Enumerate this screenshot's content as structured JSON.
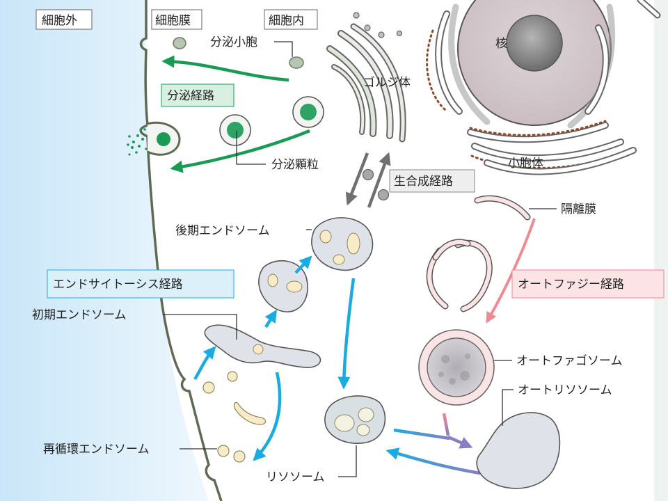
{
  "regions": {
    "extracellular": "細胞外",
    "membrane": "細胞膜",
    "intracellular": "細胞内"
  },
  "organelles": {
    "nucleus": "核",
    "golgi": "ゴルジ体",
    "er": "小胞体",
    "secretory_vesicle": "分泌小胞",
    "secretory_granule": "分泌顆粒",
    "late_endosome": "後期エンドソーム",
    "early_endosome": "初期エンドソーム",
    "recycling_endosome": "再循環エンドソーム",
    "lysosome": "リソソーム",
    "phagophore": "隔離膜",
    "autophagosome": "オートファゴソーム",
    "autolysosome": "オートリソソーム"
  },
  "pathways": {
    "secretory": "分泌経路",
    "biosynthetic": "生合成経路",
    "endocytic": "エンドサイトーシス経路",
    "autophagy": "オートファジー経路"
  },
  "colors": {
    "secretory": "#1a9a55",
    "endocytic": "#1aace0",
    "autophagy": "#ee8a92",
    "biosynthetic": "#707070",
    "fusion": "#8a7ec2",
    "er_ribosome": "#8a4a2a",
    "membrane_line": "#5e6a55",
    "extracellular_bg": "#d2ebf9"
  }
}
